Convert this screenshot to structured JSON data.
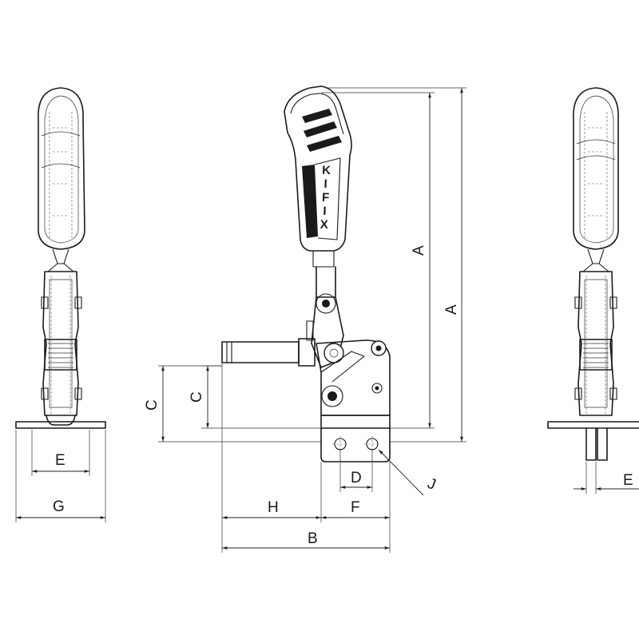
{
  "labels": {
    "A1": "A",
    "A2": "A",
    "B": "B",
    "C1": "C",
    "C2": "C",
    "D": "D",
    "E_left": "E",
    "E_right": "E",
    "F": "F",
    "G": "G",
    "H": "H",
    "J": "J"
  },
  "brand": [
    "K",
    "I",
    "F",
    "I",
    "X"
  ]
}
